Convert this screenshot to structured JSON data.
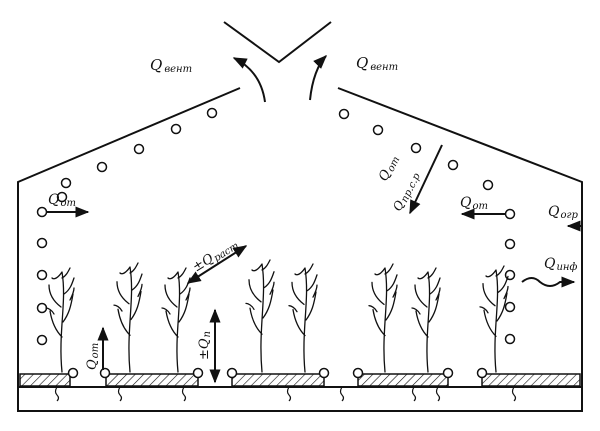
{
  "labels": {
    "q_vent_left": "Q",
    "q_vent_left_sub": "вент",
    "q_vent_right": "Q",
    "q_vent_right_sub": "вент",
    "q_ot_left": "Q",
    "q_ot_left_sub": "от",
    "q_ot_roof": "Q",
    "q_ot_roof_sub": "от",
    "q_prs": "Q",
    "q_prs_sub": "пр.с.р",
    "q_ot_right": "Q",
    "q_ot_right_sub": "от",
    "q_ogr": "Q",
    "q_ogr_sub": "огр",
    "q_inf": "Q",
    "q_inf_sub": "инф",
    "q_rast": "±Q",
    "q_rast_sub": "раст",
    "q_ot_floor": "Q",
    "q_ot_floor_sub": "от",
    "q_p": "±Q",
    "q_p_sub": "п"
  },
  "colors": {
    "ink": "#111111",
    "paper": "#ffffff"
  },
  "icons": {
    "heating_pipe": "circle-outline",
    "heat_flow": "arrow",
    "plant": "branching-plant"
  }
}
